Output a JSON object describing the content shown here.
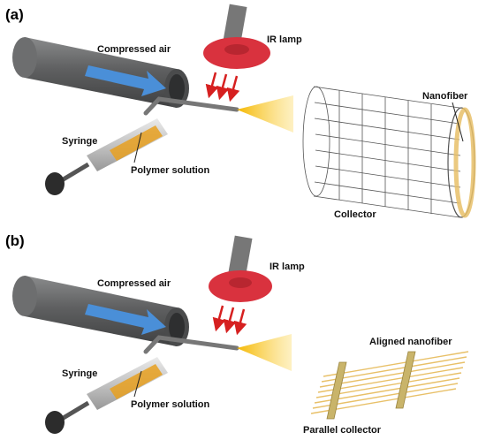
{
  "panel_a": {
    "tag": "(a)",
    "compressed_air": "Compressed air",
    "ir_lamp": "IR lamp",
    "syringe": "Syringe",
    "polymer_solution": "Polymer solution",
    "nanofiber": "Nanofiber",
    "collector": "Collector"
  },
  "panel_b": {
    "tag": "(b)",
    "compressed_air": "Compressed air",
    "ir_lamp": "IR lamp",
    "syringe": "Syringe",
    "polymer_solution": "Polymer solution",
    "aligned_nanofiber": "Aligned nanofiber",
    "parallel_collector": "Parallel collector"
  },
  "colors": {
    "tube": "#5f6061",
    "air_arrow": "#4a8fd8",
    "lamp": "#d9323e",
    "ir_rays": "#d62020",
    "jet": "#f5b800",
    "fiber": "#e8c068",
    "collector_mesh": "#555555"
  }
}
